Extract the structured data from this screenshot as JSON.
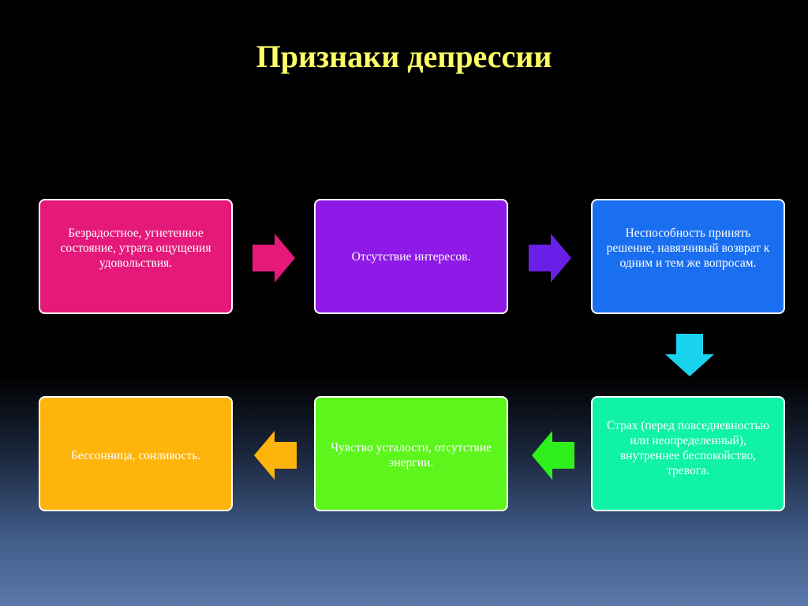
{
  "title": "Признаки депрессии",
  "boxes": [
    {
      "id": "b1",
      "text": "Безрадостное, угнетенное состояние, утрата ощущения удовольствия.",
      "color": "#e5197a"
    },
    {
      "id": "b2",
      "text": "Отсутствие интересов.",
      "color": "#8f19e6"
    },
    {
      "id": "b3",
      "text": "Неспособность принять решение, навязчивый возврат к одним и тем же вопросам.",
      "color": "#1a6ff0"
    },
    {
      "id": "b4",
      "text": "Страх (перед повседневностью или неопределенный), внутреннее беспокойство, тревога.",
      "color": "#10f2a6"
    },
    {
      "id": "b5",
      "text": "Чувство усталости, отсутствие энергии.",
      "color": "#5cf51c"
    },
    {
      "id": "b6",
      "text": "Бессонница, сонливость.",
      "color": "#ffb40c"
    }
  ],
  "arrows": [
    {
      "id": "a1",
      "direction": "right",
      "color": "#e5197a"
    },
    {
      "id": "a2",
      "direction": "right",
      "color": "#6a1fe8"
    },
    {
      "id": "a3",
      "direction": "down",
      "color": "#19d2ee"
    },
    {
      "id": "a4",
      "direction": "left",
      "color": "#2ef01a"
    },
    {
      "id": "a5",
      "direction": "left",
      "color": "#ffb40c"
    }
  ]
}
